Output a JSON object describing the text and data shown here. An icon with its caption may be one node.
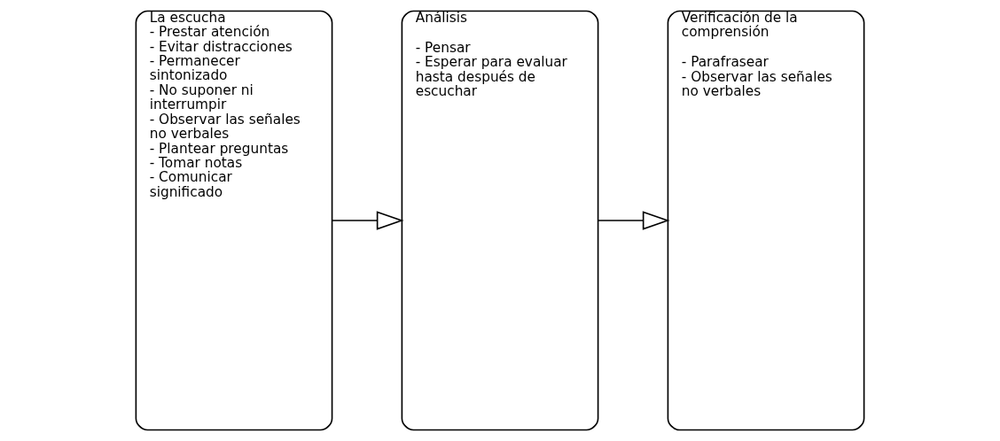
{
  "diagram": {
    "nodes": [
      {
        "text": [
          "La escucha",
          "- Prestar atención",
          "- Evitar distracciones",
          "- Permanecer sintonizado",
          "- No suponer ni interrumpir",
          "- Observar las señales no verbales",
          "- Plantear preguntas",
          "- Tomar notas",
          "- Comunicar significado"
        ]
      },
      {
        "text": [
          "Análisis",
          "- Pensar",
          "- Esperar para evaluar hasta después de escuchar"
        ]
      },
      {
        "text": [
          "Verificación de la comprensión",
          "- Parafrasear",
          "- Observar las señales no verbales"
        ]
      }
    ],
    "edges": [
      {
        "from": 0,
        "to": 1,
        "arrow": "to"
      },
      {
        "from": 1,
        "to": 2,
        "arrow": "to"
      }
    ]
  }
}
